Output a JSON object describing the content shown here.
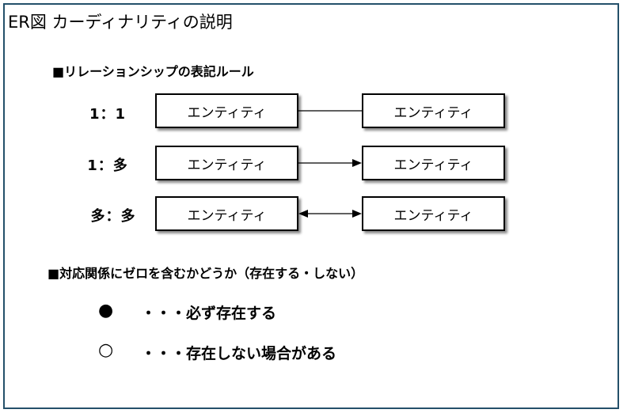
{
  "title": "ER図 カーディナリティの説明",
  "section1": "■リレーションシップの表記ルール",
  "rows": [
    {
      "ratio": "1：1",
      "left": "エンティティ",
      "right": "エンティティ"
    },
    {
      "ratio": "1：多",
      "left": "エンティティ",
      "right": "エンティティ"
    },
    {
      "ratio": "多：多",
      "left": "エンティティ",
      "right": "エンティティ"
    }
  ],
  "section2": "■対応関係にゼロを含むかどうか（存在する・しない）",
  "legend": [
    {
      "symbol": "●",
      "text": "・・・必ず存在する"
    },
    {
      "symbol": "○",
      "text": "・・・存在しない場合がある"
    }
  ],
  "colors": {
    "frame": "#24506a",
    "shadow": "#8a8a8a"
  }
}
